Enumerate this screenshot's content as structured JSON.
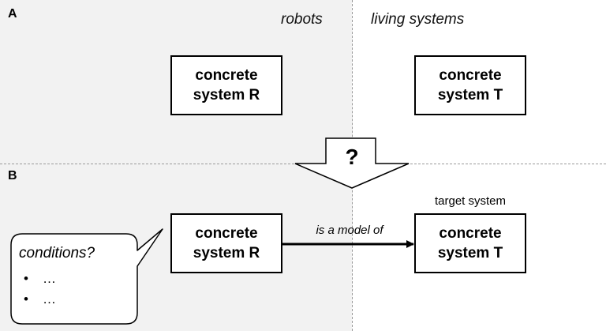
{
  "panels": {
    "a_label": "A",
    "b_label": "B"
  },
  "columns": {
    "left_heading": "robots",
    "right_heading": "living systems"
  },
  "top": {
    "box_r": {
      "line1": "concrete",
      "line2": "system R"
    },
    "box_t": {
      "line1": "concrete",
      "line2": "system T"
    }
  },
  "transition": {
    "question": "?"
  },
  "bottom": {
    "box_r": {
      "line1": "concrete",
      "line2": "system R"
    },
    "box_t": {
      "line1": "concrete",
      "line2": "system T"
    },
    "target_label": "target system",
    "relation_label": "is a model of"
  },
  "bubble": {
    "title": "conditions?",
    "bullets": [
      "…",
      "…"
    ],
    "bullet_glyph": "•"
  },
  "colors": {
    "shaded_background": "#f2f2f2",
    "dashed_divider": "#9a9a9a"
  }
}
